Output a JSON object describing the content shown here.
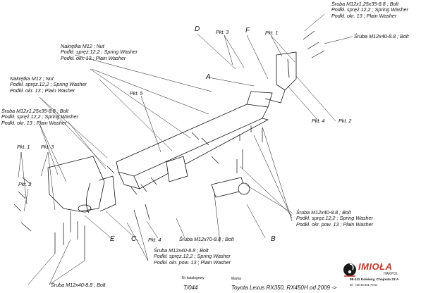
{
  "parts": {
    "bolt_m12x125x35": [
      "Śruba M12x1,25x35-8.8 ;  Bolt",
      "Podkł. spręż.12,2 ; Spring Washer",
      "Podkł. okr. 13 ; Plain Washer"
    ],
    "bolt_m12x40_top": "Śruba M12x40-8.8 ;  Bolt",
    "nut_top": [
      "Nakrętka  M12 ; Nut",
      "Podkł. spręż.12,2 ; Spring Washer",
      "Podkł. okr. 13 ; Plain Washer"
    ],
    "nut_left": [
      "Nakrętka  M12 ; Nut",
      "Podkł. spręż.12,2 ; Spring Washer",
      "Podkł. okr. 13 ; Plain Washer"
    ],
    "bolt_left": [
      "Śruba M12x1,25x35-8.8 ;  Bolt",
      "Podkł. spręż.12,2 ; Spring Washer",
      "Podkł. okr. 13 ; Plain Washer"
    ],
    "bolt_m12x70": "Śruba M12x70-8.8 ;  Bolt",
    "bolt_b": [
      "Śruba M12x40-8.8 ;  Bolt",
      "Podkł. spręż.12,2 ; Spring Washer",
      "Podkł. okr. pow. 13 ; Plain Washer"
    ],
    "bolt_bottom_mid": [
      "Śruba M12x40-8.8 ;  Bolt",
      "Podkł. spręż.12,2 ; Spring Washer",
      "Podkł. okr. pow. 13 ; Plain Washer"
    ],
    "bolt_bottom_left": "Śruba M12x40-8.8 ;  Bolt"
  },
  "points": {
    "pkt1_top": "Pkt. 1",
    "pkt3_top": "Pkt. 3",
    "pkt5": "Pkt. 5",
    "pkt4_right": "Pkt. 4",
    "pkt2_right": "Pkt. 2",
    "pkt1_left": "Pkt. 1",
    "pkt3_left": "Pkt. 3",
    "pkt2_left": "Pkt. 2",
    "pkt4_bottom": "Pkt. 4"
  },
  "letters": {
    "a": "A",
    "b": "B",
    "c": "C",
    "d": "D",
    "e": "E",
    "f": "F"
  },
  "footer": {
    "catalog_label": "Nr katalogowy",
    "catalog_value": "T/044",
    "make_label": "Marka",
    "model": "Toyota Lexus RX350, RX450H",
    "from": "od 2009 ->",
    "brand": "IMIOŁA",
    "brand_sub": "HAKPOL",
    "address": "96-111 Kowiesy, Chojnata 23 A",
    "phone": "tel. +48 46 831 73 51"
  }
}
